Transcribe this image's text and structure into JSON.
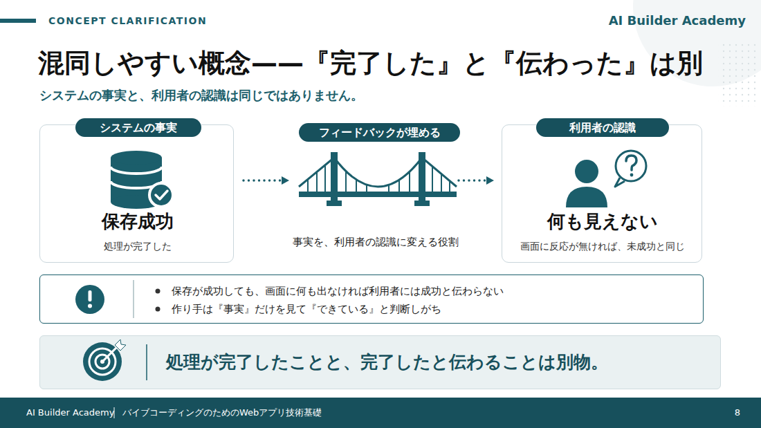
{
  "diagram": {
    "title": "混同しやすい概念——『完了した』と『伝わった』は別",
    "caption": "システムの事実と、利用者の認識は同じではありません。",
    "nodes": [
      {
        "text": [
          "システムの事実",
          "保存成功",
          "処理が完了した"
        ]
      },
      {
        "text": [
          "フィードバックが埋める",
          "事実を、利用者の認識に変える役割"
        ]
      },
      {
        "text": [
          "利用者の認識",
          "何も見えない",
          "画面に反応が無ければ、未成功と同じ"
        ]
      },
      {
        "text": [
          "保存が成功しても、画面に何も出なければ利用者には成功と伝わらない",
          "作り手は『事実』だけを見て『できている』と判断しがち"
        ]
      },
      {
        "text": [
          "処理が完了したことと、完了したと伝わることは別物。"
        ]
      },
      {
        "text": [
          "AI Builder Academy",
          "バイブコーディングのためのWebアプリ技術基礎",
          "8"
        ]
      }
    ],
    "edges": [
      {
        "from": 0,
        "to": 1,
        "arrow": "to"
      },
      {
        "from": 1,
        "to": 2,
        "arrow": "to"
      }
    ],
    "labels": [
      "CONCEPT CLARIFICATION",
      "AI Builder Academy"
    ]
  }
}
